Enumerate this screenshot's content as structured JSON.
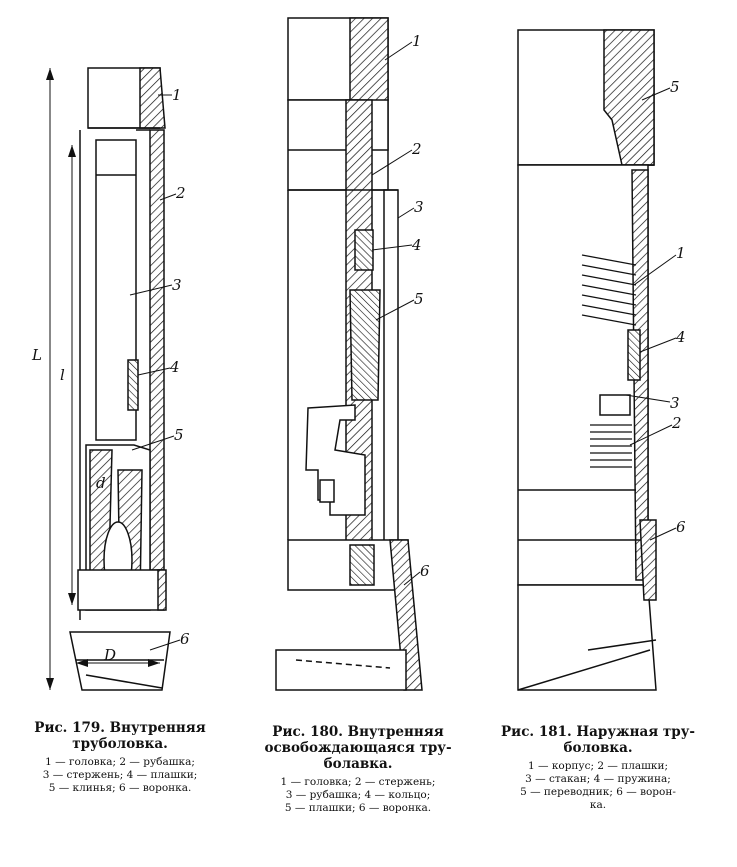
{
  "figures": [
    {
      "title_lines": [
        "Рис. 179. Внутренняя",
        "труболовка."
      ],
      "legend_lines": [
        "1 — головка; 2 — рубашка;",
        "3 — стержень; 4 — плашки;",
        "5 — клинья; 6 — воронка."
      ],
      "labels": {
        "l1": "1",
        "l2": "2",
        "l3": "3",
        "l4": "4",
        "l5": "5",
        "l6": "6",
        "L": "L",
        "lsmall": "l",
        "d": "d",
        "D": "D"
      }
    },
    {
      "title_lines": [
        "Рис. 180. Внутренняя",
        "освобождающаяся тру-",
        "болавка."
      ],
      "legend_lines": [
        "1 — головка; 2 — стержень;",
        "3 — рубашка; 4 — кольцо;",
        "5 — плашки; 6 — воронка."
      ],
      "labels": {
        "l1": "1",
        "l2": "2",
        "l3": "3",
        "l4": "4",
        "l5": "5",
        "l6": "6"
      }
    },
    {
      "title_lines": [
        "Рис. 181. Наружная тру-",
        "боловка."
      ],
      "legend_lines": [
        "1 — корпус; 2 — плашки;",
        "3 — стакан; 4 — пружина;",
        "5 — переводник; 6 — ворон-",
        "ка."
      ],
      "labels": {
        "l1": "1",
        "l2": "2",
        "l3": "3",
        "l4": "4",
        "l5": "5",
        "l6": "6"
      }
    }
  ]
}
